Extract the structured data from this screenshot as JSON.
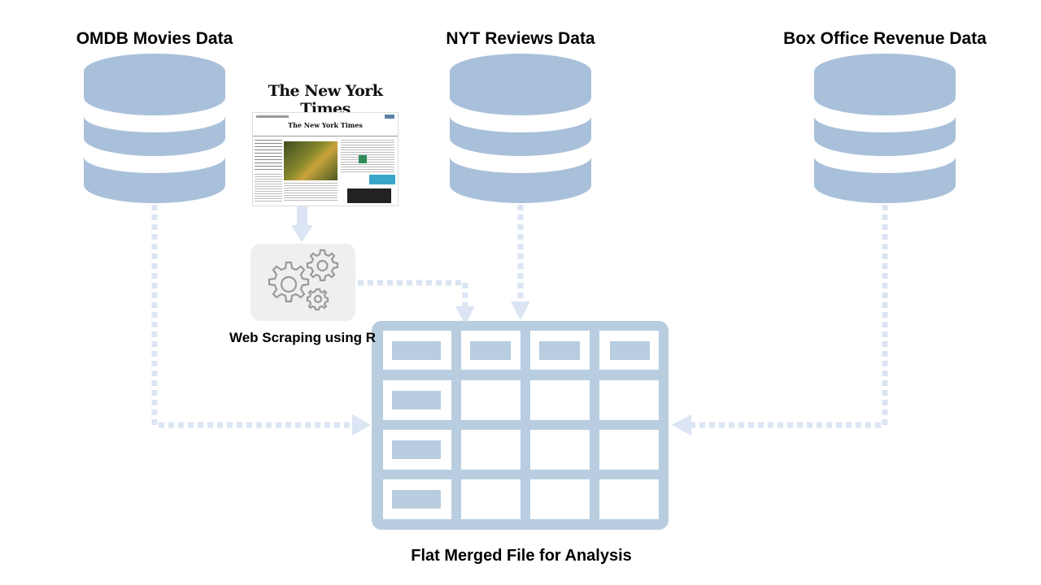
{
  "sources": [
    {
      "id": "omdb",
      "label": "OMDB Movies Data",
      "icon": "database-icon"
    },
    {
      "id": "nyt",
      "label": "NYT Reviews Data",
      "icon": "database-icon"
    },
    {
      "id": "box",
      "label": "Box Office Revenue Data",
      "icon": "database-icon"
    }
  ],
  "nyt_screenshot": {
    "logo_text": "The New York Times",
    "masthead_text": "The New York Times"
  },
  "process": {
    "label": "Web Scraping using R",
    "icon": "gears-icon"
  },
  "output": {
    "label": "Flat Merged File for Analysis",
    "icon": "table-grid-icon"
  },
  "colors": {
    "database": "#a9c0da",
    "table": "#b8cde0",
    "arrow": "#dbe5f3",
    "gear_box": "#efefef",
    "gear_stroke": "#9a9a9a"
  }
}
